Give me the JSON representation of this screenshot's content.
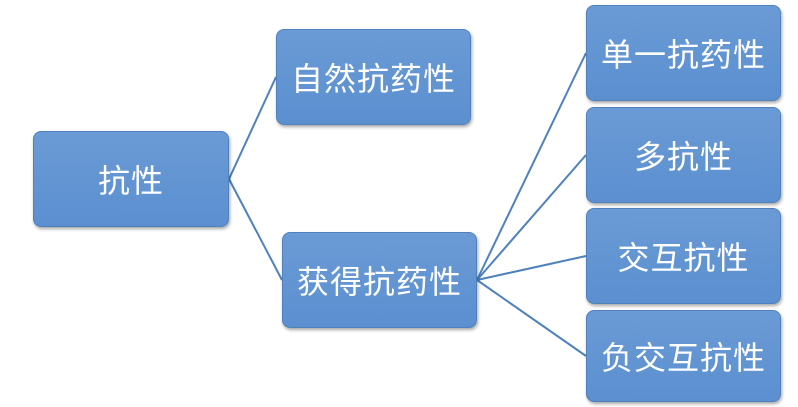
{
  "diagram": {
    "root": "抗性",
    "branches": [
      {
        "label": "自然抗药性",
        "children": []
      },
      {
        "label": "获得抗药性",
        "children": [
          "单一抗药性",
          "多抗性",
          "交互抗性",
          "负交互抗性"
        ]
      }
    ]
  },
  "colors": {
    "node_fill": "#5b8fd0",
    "node_border": "#4f81bd",
    "connector": "#4f81bd",
    "text": "#ffffff"
  }
}
